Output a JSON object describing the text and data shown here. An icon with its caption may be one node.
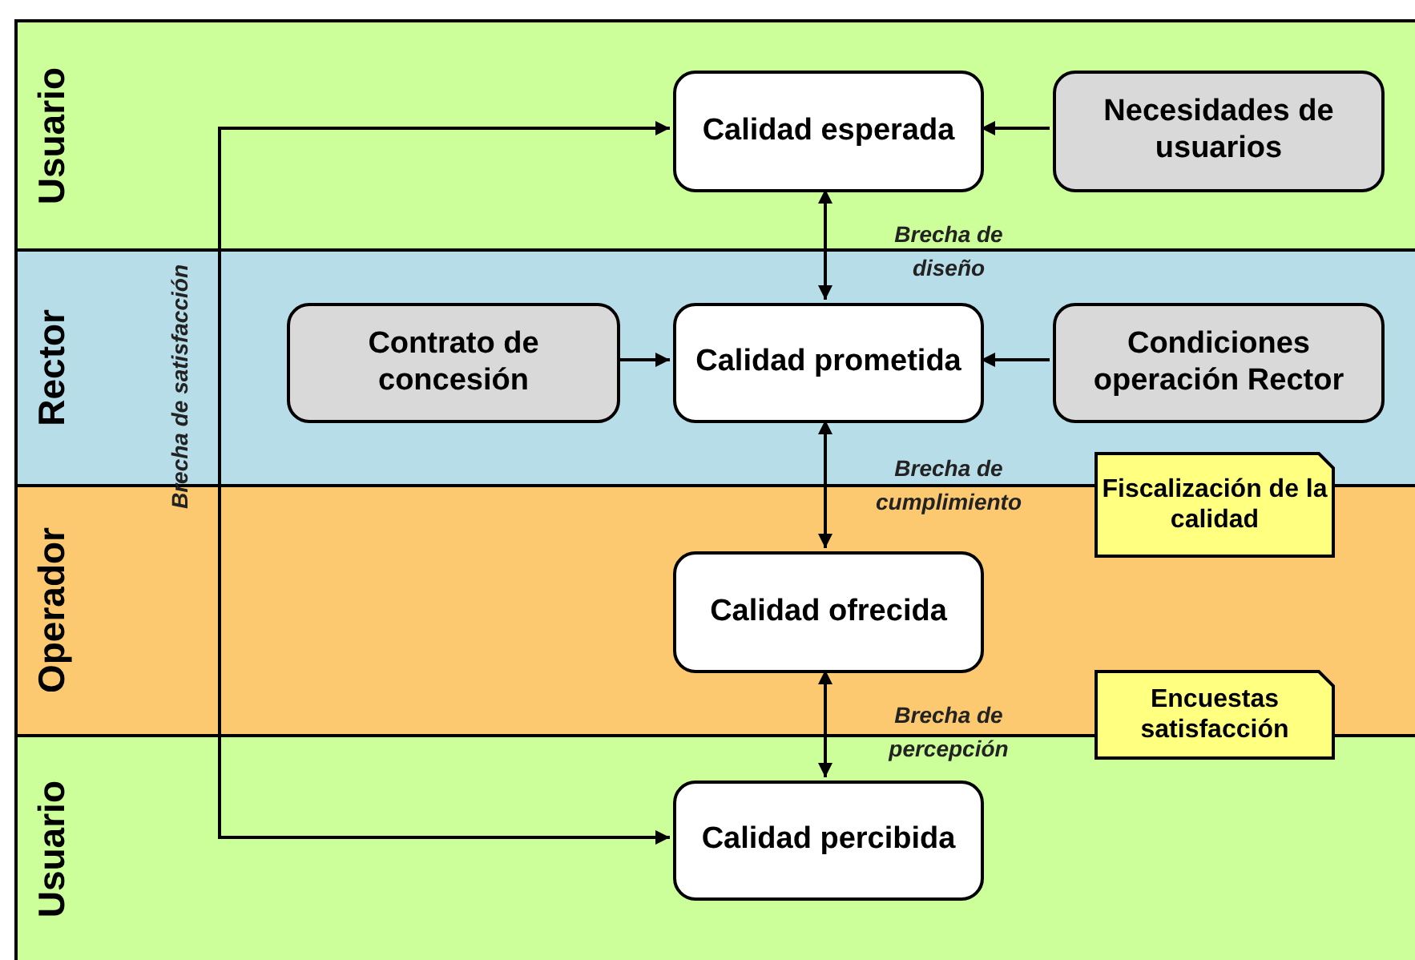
{
  "diagram": {
    "nodes": [
      {
        "text": [
          "Usuario"
        ]
      },
      {
        "text": [
          "Calidad esperada"
        ],
        "in": 0
      },
      {
        "text": [
          "Necesidades de usuarios"
        ],
        "in": 0
      },
      {
        "text": [
          "Rector"
        ]
      },
      {
        "text": [
          "Contrato de concesión"
        ],
        "in": 3
      },
      {
        "text": [
          "Calidad prometida"
        ],
        "in": 3
      },
      {
        "text": [
          "Condiciones operación Rector"
        ],
        "in": 3
      },
      {
        "text": [
          "Fiscalización de la calidad"
        ]
      },
      {
        "text": [
          "Operador"
        ]
      },
      {
        "text": [
          "Calidad ofrecida"
        ],
        "in": 8
      },
      {
        "text": [
          "Encuestas satisfacción"
        ]
      },
      {
        "text": [
          "Usuario"
        ]
      },
      {
        "text": [
          "Calidad percibida"
        ],
        "in": 11
      }
    ],
    "edges": [
      {
        "from": 2,
        "to": 1,
        "arrow": "to"
      },
      {
        "from": 4,
        "to": 5,
        "arrow": "to"
      },
      {
        "from": 6,
        "to": 5,
        "arrow": "to"
      },
      {
        "from": 1,
        "to": 5,
        "arrow": "both",
        "label": "Brecha de diseño"
      },
      {
        "from": 5,
        "to": 9,
        "arrow": "both",
        "label": "Brecha de cumplimiento"
      },
      {
        "from": 9,
        "to": 12,
        "arrow": "both",
        "label": "Brecha de percepción"
      },
      {
        "from": 1,
        "to": 12,
        "arrow": "both",
        "label": "Brecha de satisfacción"
      }
    ]
  }
}
